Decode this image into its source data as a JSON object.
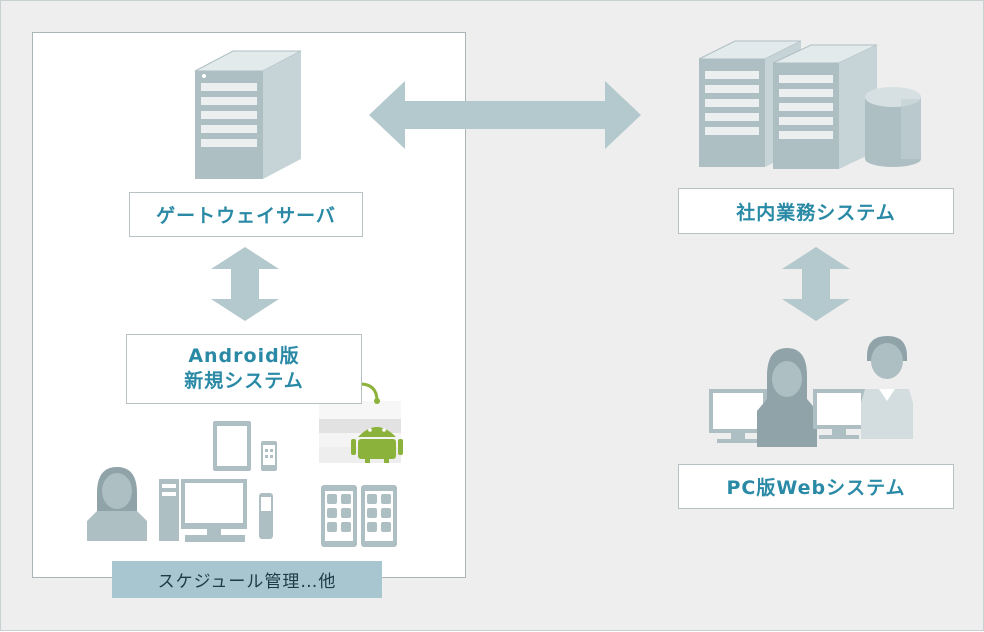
{
  "left_panel": {
    "gateway_label": "ゲートウェイサーバ",
    "android_label_line1": "Android版",
    "android_label_line2": "新規システム",
    "footer_tag": "スケジュール管理…他"
  },
  "right_side": {
    "internal_label": "社内業務システム",
    "pc_web_label": "PC版Webシステム"
  },
  "colors": {
    "accent_text": "#2a8aa6",
    "arrow": "#b3c9cd",
    "device": "#aebfc3",
    "tag_bg": "#a8c6d0",
    "android_green": "#8bb23a"
  },
  "icons": [
    "server-icon",
    "server-cluster-icon",
    "database-icon",
    "android-market-icon",
    "tablet-icon",
    "smartphone-icon",
    "desktop-pc-icon",
    "person-icon",
    "monitor-icon"
  ]
}
